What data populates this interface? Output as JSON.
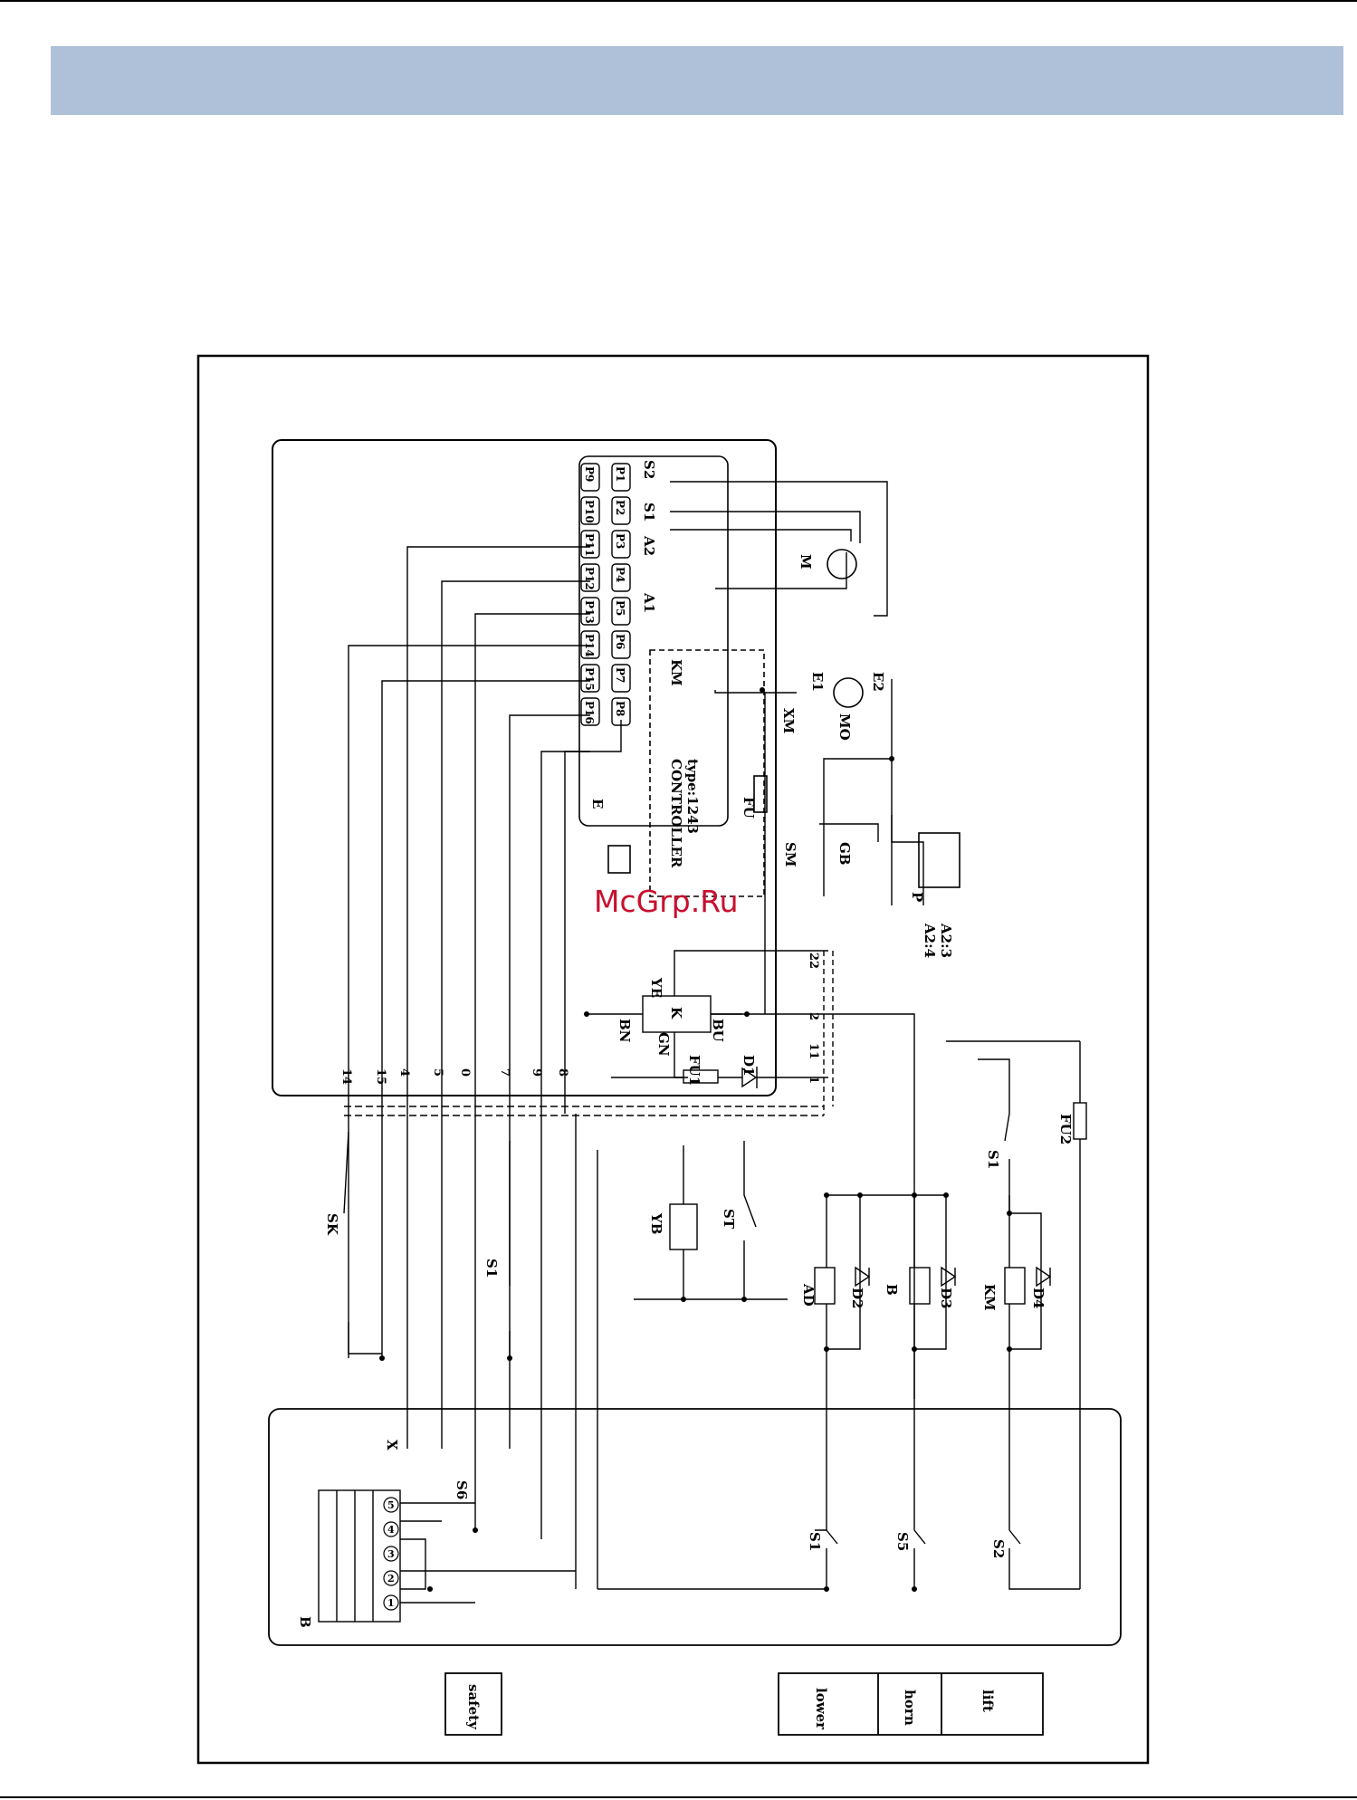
{
  "page": {
    "watermark": "McGrp.Ru"
  },
  "colors": {
    "banner": "#aec1d8",
    "watermark": "#c8102e",
    "line": "#000000"
  },
  "controller": {
    "pins_row1": [
      "P9",
      "P10",
      "P11",
      "P12",
      "P13",
      "P14",
      "P15",
      "P16"
    ],
    "pins_row2": [
      "P1",
      "P2",
      "P3",
      "P4",
      "P5",
      "P6",
      "P7",
      "P8"
    ],
    "title": "CONTROLLER",
    "type": "type:1243",
    "ref": "E",
    "terminals": {
      "s2": "S2",
      "s1": "S1",
      "a2": "A2",
      "a1": "A1",
      "km": "KM"
    }
  },
  "motor": {
    "name": "M",
    "t1": "A2",
    "t2": "A1",
    "t3": "S1",
    "t4": "S2"
  },
  "pump": {
    "name": "MO",
    "e1": "E1",
    "e2": "E2",
    "xm": "XM"
  },
  "power": {
    "fu": "FU",
    "gb": "GB",
    "sm": "SM",
    "p": "P"
  },
  "plug": {
    "pins": [
      "1",
      "2",
      "3",
      "4"
    ],
    "a2_4": "A2:4",
    "a2_3": "A2:3"
  },
  "bus_numbers": [
    "14",
    "15",
    "4",
    "5",
    "0",
    "7",
    "9",
    "8"
  ],
  "bus_right": [
    "22",
    "2",
    "11",
    "1"
  ],
  "horn": {
    "ref": "K",
    "ye": "YE",
    "bn": "BN",
    "gn": "GN",
    "bu": "BU",
    "fu1": "FU1",
    "d1": "D1"
  },
  "valves": {
    "yb": "YB",
    "st": "ST",
    "sk": "SK",
    "s1": "S1"
  },
  "relays": {
    "ad": "AD",
    "b": "B",
    "km": "KM",
    "d2": "D2",
    "d3": "D3",
    "d4": "D4",
    "fu2": "FU2",
    "s1": "S1"
  },
  "handle": {
    "x": "X",
    "s6": "S6",
    "b": "B",
    "s1": "S1",
    "s5": "S5",
    "s2": "S2",
    "pins": [
      "1",
      "2",
      "3",
      "4",
      "5"
    ]
  },
  "legend": {
    "safety": "safety",
    "lower": "lower",
    "horn": "horn",
    "lift": "lift"
  }
}
